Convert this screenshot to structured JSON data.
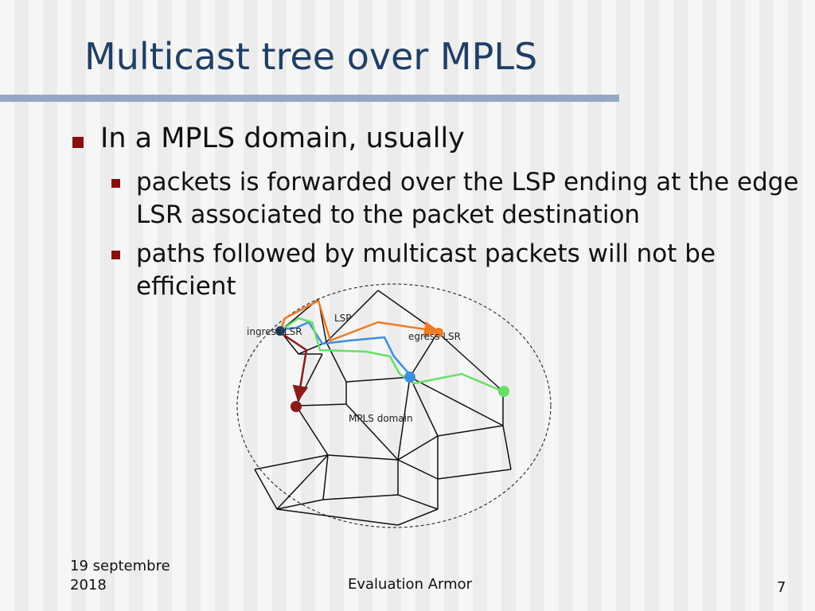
{
  "slide": {
    "title": "Multicast tree over MPLS",
    "accent_color": "#8b0f0f",
    "title_color": "#1f3f66",
    "bullets": {
      "level1": "In a MPLS domain, usually",
      "level2": [
        "packets is forwarded over the LSP ending at the edge LSR associated to the packet destination",
        "paths followed by multicast packets will not be efficient"
      ]
    }
  },
  "diagram": {
    "labels": {
      "lsp": "LSP",
      "ingress": "ingress LSR",
      "egress": "egress LSR",
      "domain": "MPLS domain"
    },
    "colors": {
      "lsp_orange": "#ee7a22",
      "path_blue": "#3d8fe0",
      "path_green": "#66e066",
      "path_darkred": "#8b1a1a"
    }
  },
  "footer": {
    "date": "19 septembre 2018",
    "center": "Evaluation Armor",
    "page": "7"
  }
}
